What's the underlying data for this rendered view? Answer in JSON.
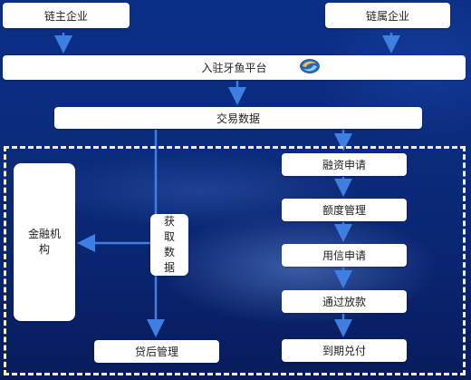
{
  "nodes": {
    "chain_master": "链主企业",
    "chain_member": "链属企业",
    "platform": "入驻牙鱼平台",
    "trade_data": "交易数据",
    "finance_org": [
      "金融机",
      "构"
    ],
    "get_data": [
      "获",
      "取",
      "数",
      "据"
    ],
    "post_loan": "贷后管理",
    "steps": [
      "融资申请",
      "额度管理",
      "用信申请",
      "通过放款",
      "到期兑付"
    ]
  },
  "colors": {
    "arrow": "#3f7fe2",
    "dashed_border": "#f4f3c0",
    "box": "#ffffff"
  },
  "icons": {
    "platform_logo": "swirl-logo-icon"
  }
}
